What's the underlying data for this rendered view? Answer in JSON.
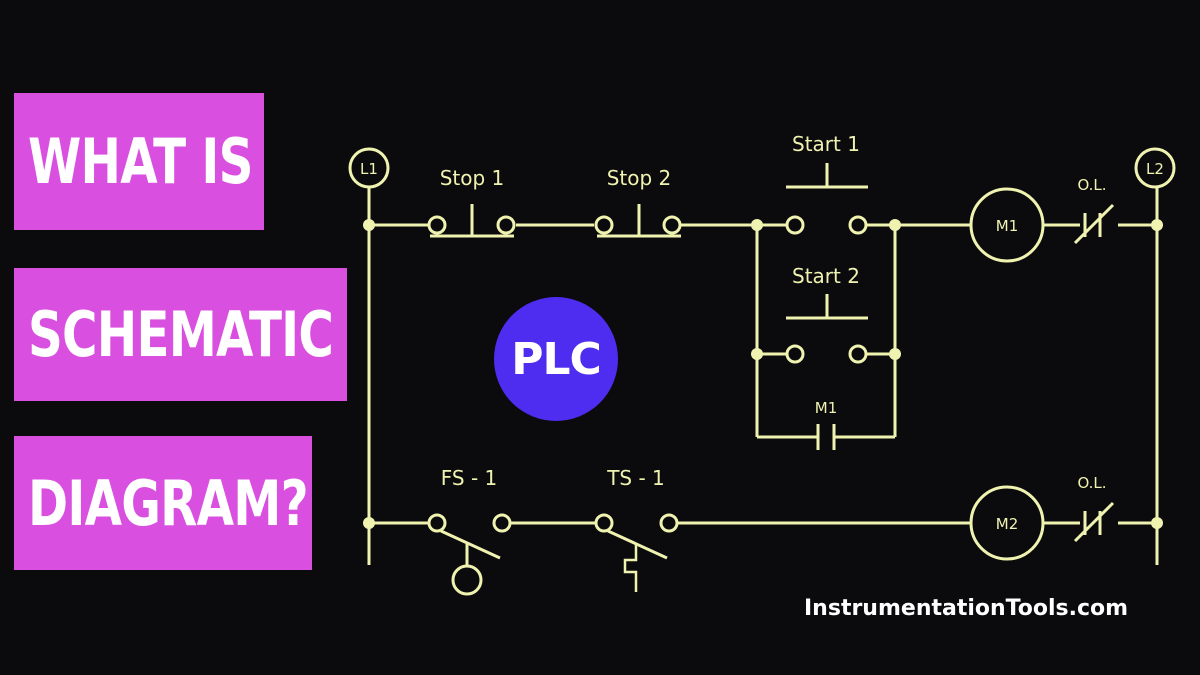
{
  "title": {
    "line1": "WHAT IS",
    "line2": "SCHEMATIC",
    "line3": "DIAGRAM?"
  },
  "badge": {
    "text": "PLC"
  },
  "watermark": {
    "text": "InstrumentationTools.com"
  },
  "diagram": {
    "l1": "L1",
    "l2": "L2",
    "stop1": "Stop 1",
    "stop2": "Stop 2",
    "start1": "Start 1",
    "start2": "Start 2",
    "m1_contact": "M1",
    "m1_motor": "M1",
    "ol1": "O.L.",
    "fs1": "FS - 1",
    "ts1": "TS - 1",
    "m2_motor": "M2",
    "ol2": "O.L."
  },
  "colors": {
    "background": "#0b0b0d",
    "title_box": "#d94fe0",
    "badge": "#4f2df0",
    "wire": "#f0f3b0"
  }
}
